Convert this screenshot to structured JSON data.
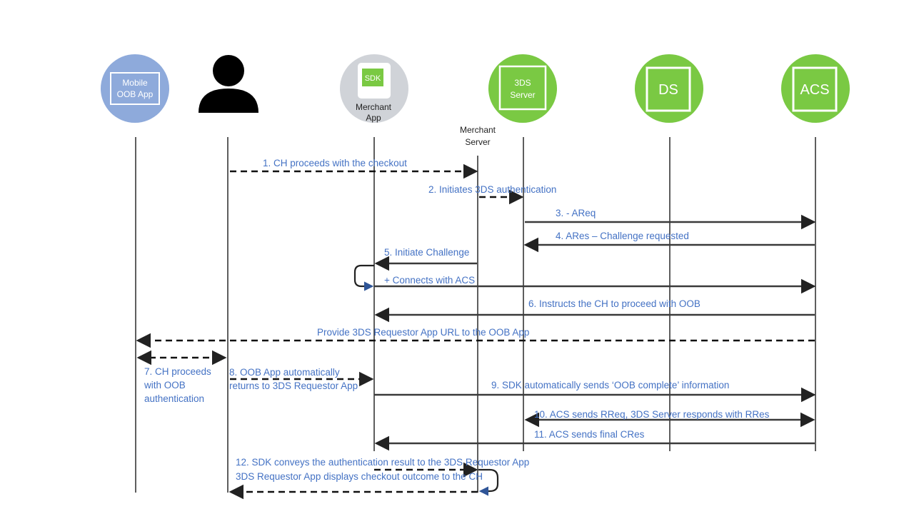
{
  "actors": {
    "mobile_oob_app": {
      "line1": "Mobile",
      "line2": "OOB App",
      "color": "#8eaadb"
    },
    "cardholder": {
      "icon": "person-icon"
    },
    "merchant_app": {
      "sdk": "SDK",
      "line1": "Merchant",
      "line2": "App",
      "color": "#d0d3d8",
      "sdk_color": "#7ac943"
    },
    "merchant_server": {
      "line1": "Merchant",
      "line2": "Server"
    },
    "three_ds_server": {
      "line1": "3DS",
      "line2": "Server",
      "color": "#7ac943"
    },
    "ds": {
      "label": "DS",
      "color": "#7ac943"
    },
    "acs": {
      "label": "ACS",
      "color": "#7ac943"
    }
  },
  "messages": {
    "m1": "1. CH proceeds with the checkout",
    "m2": "2. Initiates 3DS authentication",
    "m3": "3. - AReq",
    "m4": "4. ARes – Challenge requested",
    "m5": "5. Initiate Challenge",
    "m5b": "+ Connects with ACS",
    "m6": "6. Instructs the CH to proceed with OOB",
    "m6b": "Provide 3DS Requestor App URL to the OOB App",
    "m7_line1": "7. CH proceeds",
    "m7_line2": "with OOB",
    "m7_line3": "authentication",
    "m8_line1": "8. OOB App automatically",
    "m8_line2": "returns to 3DS Requestor App",
    "m9": "9. SDK automatically  sends ‘OOB complete’ information",
    "m10": "10. ACS sends RReq, 3DS Server responds with RRes",
    "m11": "11. ACS sends final CRes",
    "m12_line1": "12. SDK conveys the authentication result to the 3DS Requestor App",
    "m12_line2": "3DS Requestor App displays checkout outcome to the CH"
  }
}
